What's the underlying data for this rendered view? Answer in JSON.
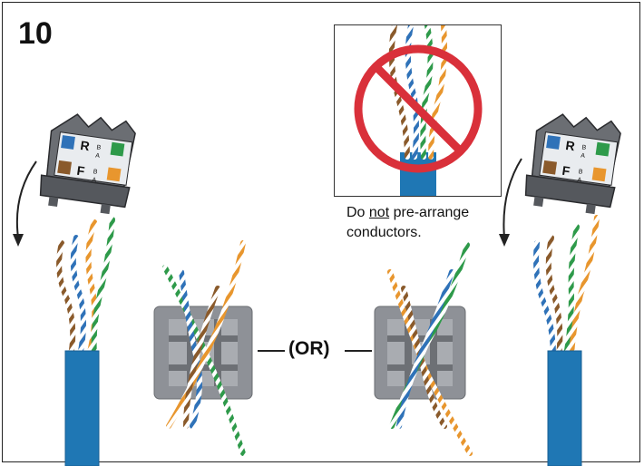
{
  "step_number": "10",
  "note": {
    "pre": "Do ",
    "underlined": "not",
    "post": " pre-arrange",
    "line2": "conductors."
  },
  "separator": "(OR)",
  "connector_codes": {
    "top_letter": "R",
    "bottom_letter": "F",
    "col_a": "A",
    "col_b": "B"
  },
  "colors": {
    "cable_blue": "#1f77b4",
    "prohibit_red": "#d9303a",
    "wire_orange": "#e8962e",
    "wire_brown": "#8a5a2b",
    "wire_green": "#2e9a4a",
    "wire_blue": "#2f72b8",
    "cap_gray": "#6b6e73",
    "core_gray": "#8e9197"
  },
  "icons": [
    "curved-arrow-icon",
    "prohibit-icon"
  ]
}
